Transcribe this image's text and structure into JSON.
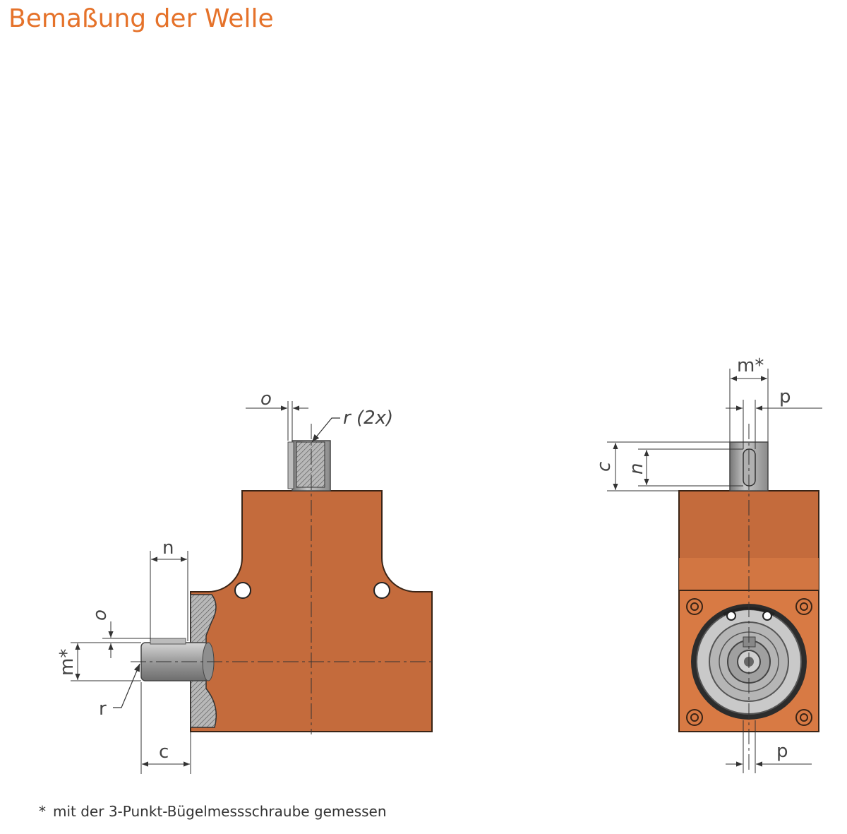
{
  "title": "Bemaßung der Welle",
  "footnote": {
    "marker": "*",
    "text": "mit der 3-Punkt-Bügelmessschraube gemessen"
  },
  "colors": {
    "title": "#e5722a",
    "housing": "#c46b3c",
    "housing_light": "#d87a44",
    "shaft": "#a0a0a0",
    "dim_line": "#333333"
  },
  "front_view": {
    "labels": {
      "o_top": "o",
      "r_2x": "r (2x)",
      "n": "n",
      "o_side": "o",
      "m_star": "m*",
      "r": "r",
      "c": "c"
    }
  },
  "side_view": {
    "labels": {
      "m_star": "m*",
      "p_top": "p",
      "c": "c",
      "n": "n",
      "p_bottom": "p"
    }
  }
}
